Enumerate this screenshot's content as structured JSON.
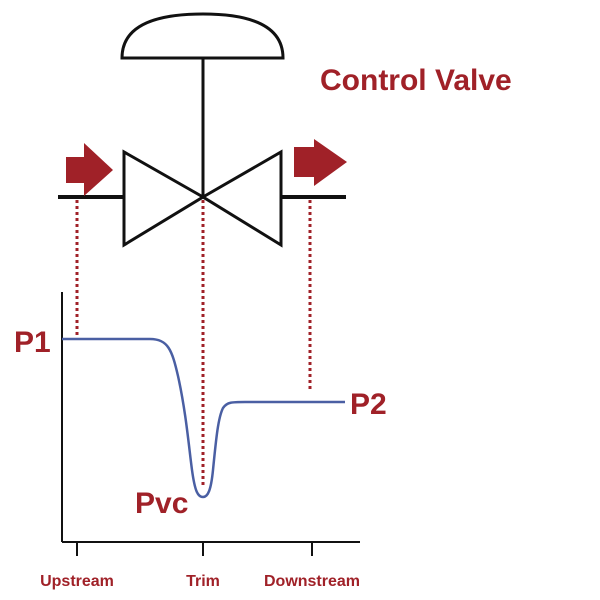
{
  "title": "Control Valve",
  "colors": {
    "accent": "#a02128",
    "curve": "#4a5fa3",
    "line": "#111111",
    "dotted": "#a02128"
  },
  "labels": {
    "p1": "P1",
    "p2": "P2",
    "pvc": "Pvc"
  },
  "positions": {
    "upstream": "Upstream",
    "trim": "Trim",
    "downstream": "Downstream"
  },
  "icons": {
    "actuator": "actuator-dome-icon",
    "valve_body": "globe-valve-icon",
    "flow_arrow": "flow-arrow-icon"
  }
}
